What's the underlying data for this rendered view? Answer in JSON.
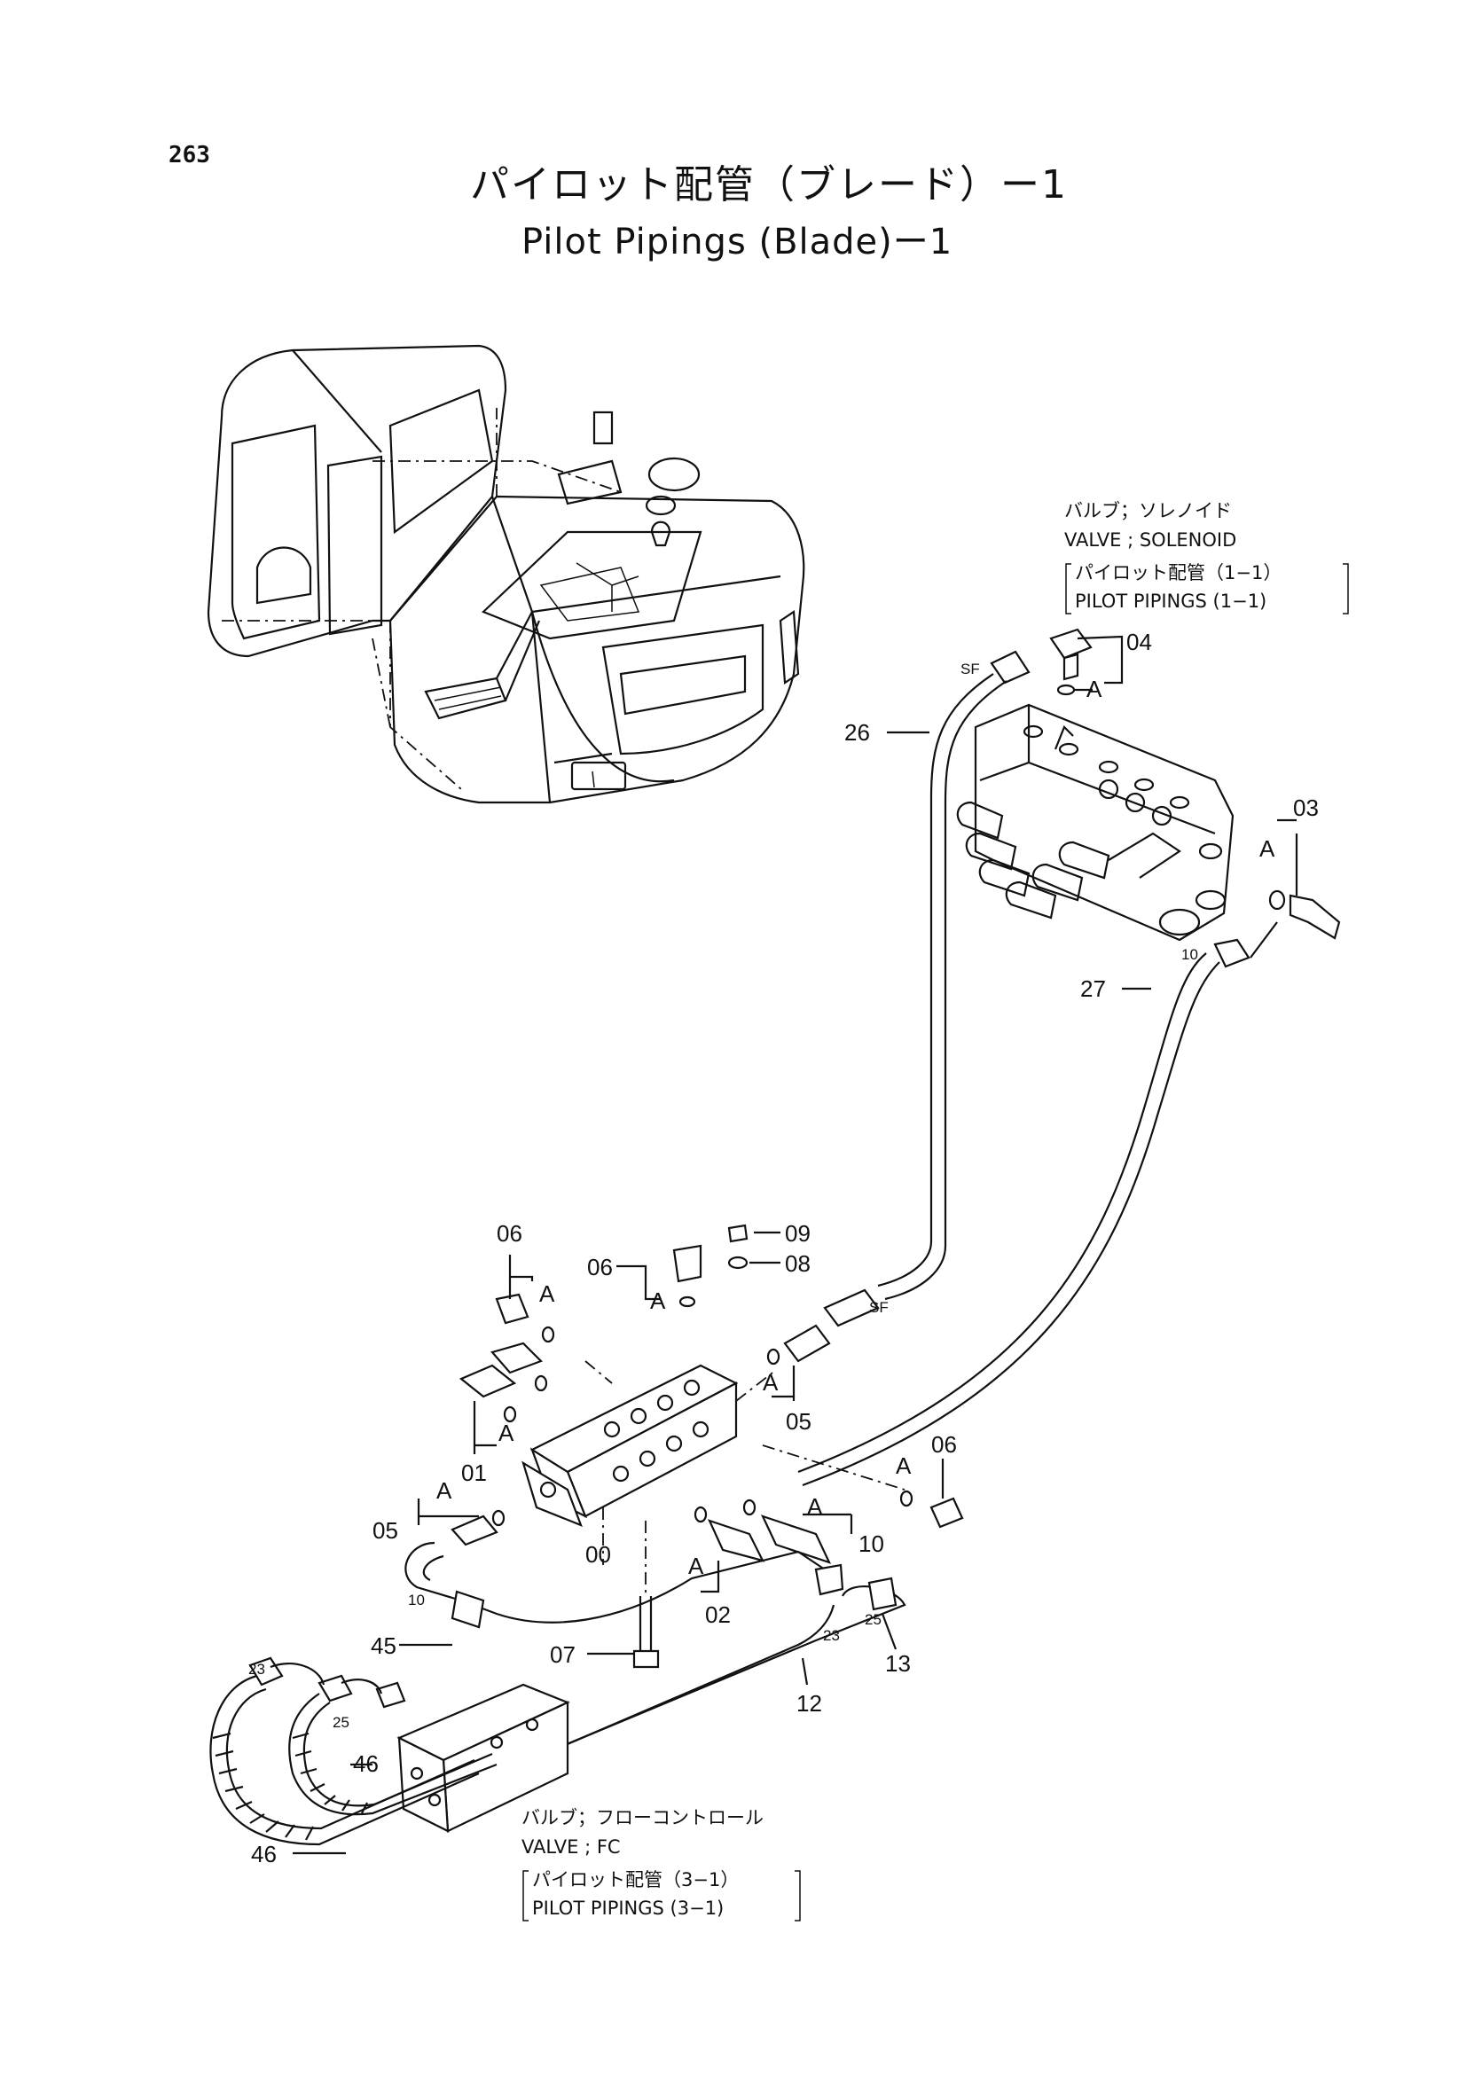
{
  "page_number": "263",
  "title_jp": "パイロット配管（ブレード）ー1",
  "title_en": "Pilot Pipings (Blade)ー1",
  "notes": {
    "solenoid_jp": "バルブ；ソレノイド",
    "solenoid_en": "VALVE ; SOLENOID",
    "solenoid_ref_jp": "パイロット配管（1−1）",
    "solenoid_ref_en": "PILOT  PIPINGS (1−1)",
    "fc_jp": "バルブ；フローコントロール",
    "fc_en": "VALVE ; FC",
    "fc_ref_jp": "パイロット配管（3−1）",
    "fc_ref_en": "PILOT  PIPINGS (3−1)"
  },
  "callouts": {
    "p04": "04",
    "p03": "03",
    "p26": "26",
    "p27": "27",
    "p06a": "06",
    "p06b": "06",
    "p06c": "06",
    "p09": "09",
    "p08": "08",
    "p05a": "05",
    "p05b": "05",
    "p01": "01",
    "p00": "00",
    "p10": "10",
    "p02": "02",
    "p07": "07",
    "p45": "45",
    "p13": "13",
    "p12": "12",
    "p46a": "46",
    "p46b": "46",
    "a_letter": "A",
    "sf": "SF",
    "n10": "10",
    "n23": "23",
    "n25": "25"
  }
}
